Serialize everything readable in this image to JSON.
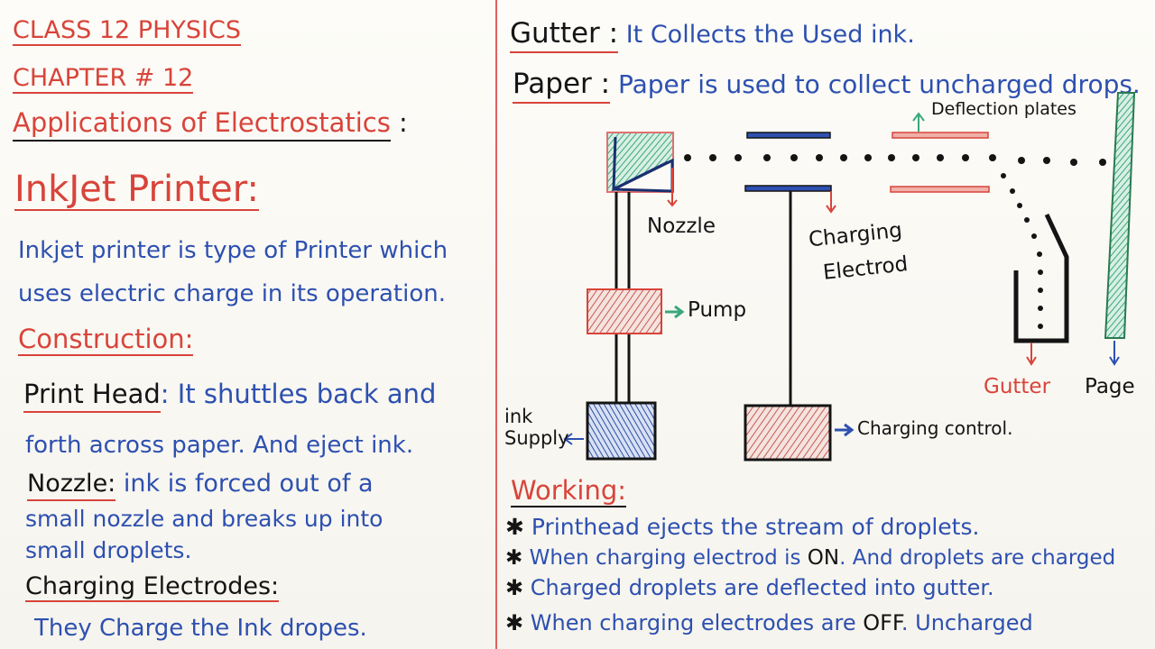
{
  "left": {
    "class_title": "CLASS 12 PHYSICS",
    "chapter_title": "CHAPTER # 12",
    "applications_heading": "Applications of Electrostatics",
    "colon": " :",
    "inkjet_heading": "InkJet Printer:",
    "definition_line1": "Inkjet printer is type of Printer which",
    "definition_line2": "uses electric charge in its operation.",
    "construction_heading": "Construction:",
    "print_head_term": "Print Head",
    "print_head_desc1": ": It shuttles back and",
    "print_head_desc2": "forth across paper. And eject ink.",
    "nozzle_term": "Nozzle:",
    "nozzle_desc1": " ink is forced out of a",
    "nozzle_desc2": "small nozzle and breaks up into",
    "nozzle_desc3": "small droplets.",
    "electrodes_term": "Charging Electrodes:",
    "electrodes_desc": "They Charge the Ink dropes."
  },
  "right": {
    "gutter_term": "Gutter :",
    "gutter_desc": " It Collects the Used ink.",
    "paper_term": "Paper :",
    "paper_desc": " Paper is used to collect uncharged drops.",
    "working_heading": "Working:",
    "bullet": "✱",
    "working1": "Printhead ejects the stream of droplets.",
    "working2a": "When charging electrod is ",
    "working2_on": "ON",
    "working2b": ". And droplets are charged",
    "working3": "Charged droplets are deflected into gutter.",
    "working4a": "When charging electrodes are ",
    "working4_off": "OFF",
    "working4b": ". Uncharged"
  },
  "diagram": {
    "nozzle": "Nozzle",
    "pump": "Pump",
    "ink": "ink",
    "supply": "Supply",
    "charging": "Charging",
    "electrod": "Electrod",
    "deflection_plates": "Deflection plates",
    "charging_control": "Charging control.",
    "gutter": "Gutter",
    "page": "Page"
  },
  "colors": {
    "red": "#d8443a",
    "blue": "#2d50b0",
    "black": "#141414",
    "green": "#3aa878"
  }
}
